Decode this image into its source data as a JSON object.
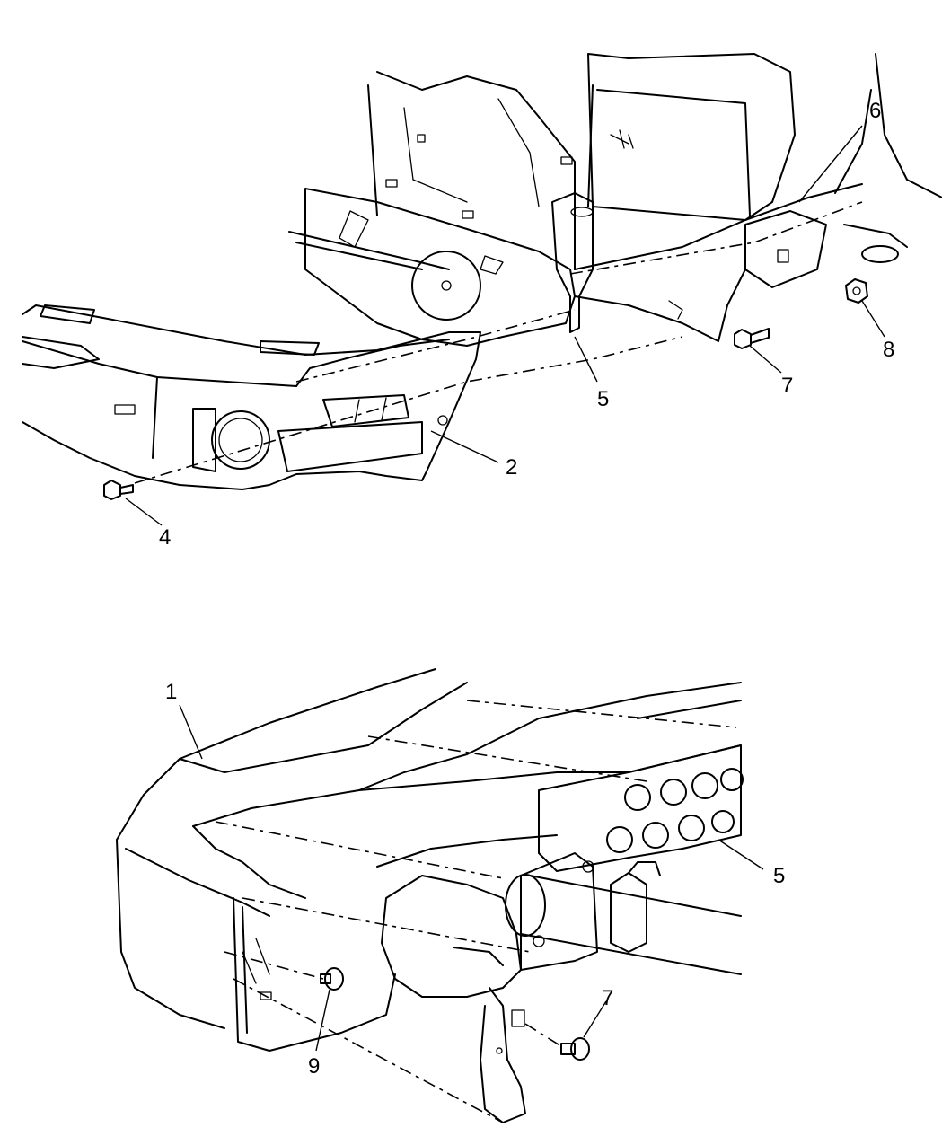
{
  "callouts": {
    "c1": "1",
    "c2": "2",
    "c4": "4",
    "c5_top": "5",
    "c5_bottom": "5",
    "c6": "6",
    "c7_top": "7",
    "c7_bottom": "7",
    "c8": "8",
    "c9": "9"
  }
}
